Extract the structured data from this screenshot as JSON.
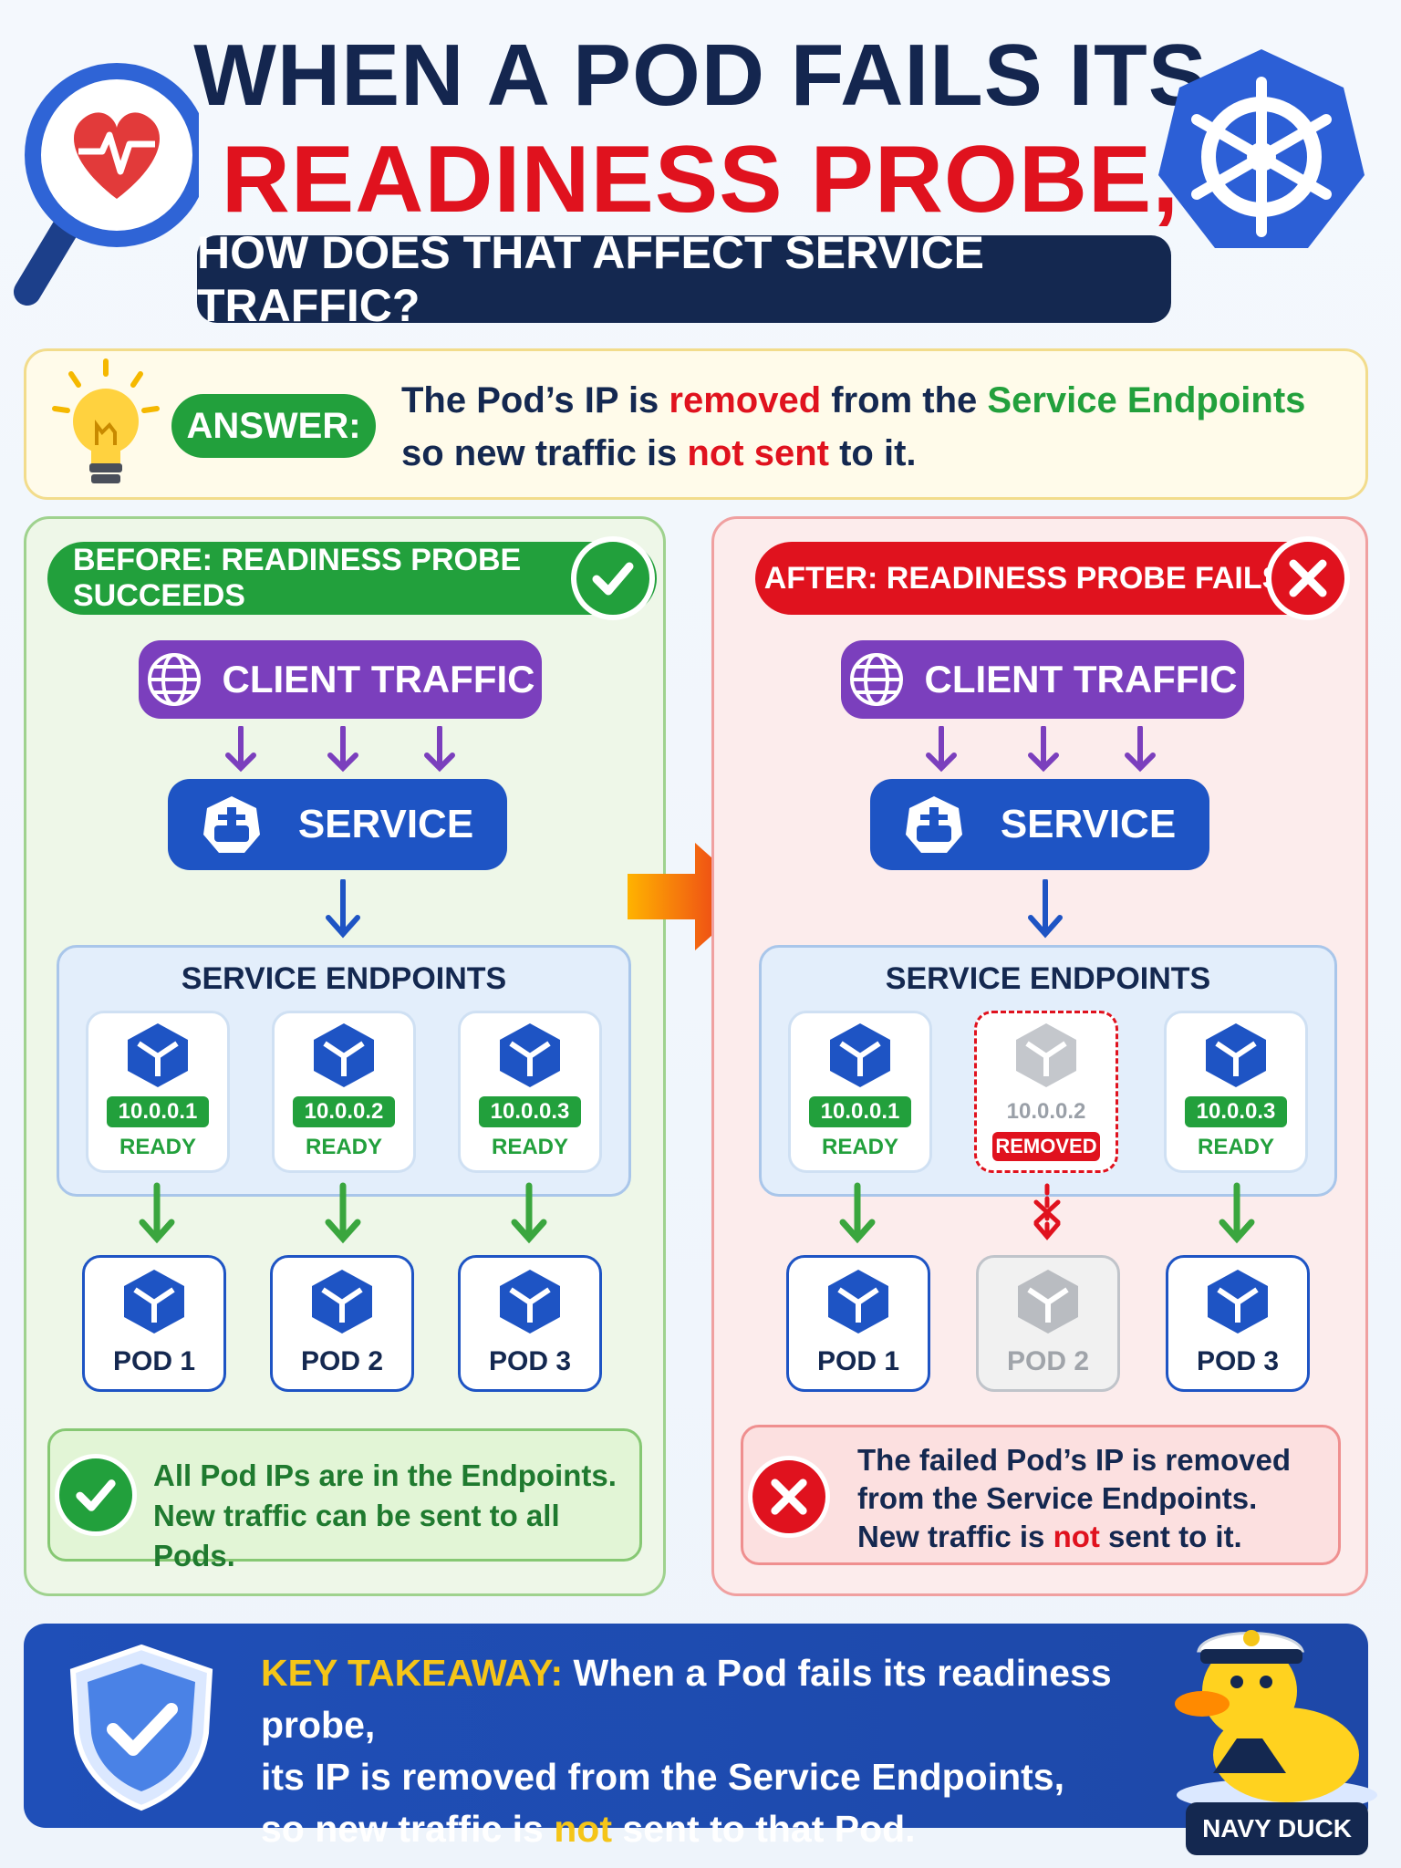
{
  "header": {
    "title_line1": "WHEN A POD FAILS ITS",
    "title_line2": "READINESS PROBE,",
    "subtitle": "HOW DOES THAT AFFECT SERVICE TRAFFIC?"
  },
  "answer": {
    "badge": "ANSWER:",
    "part1": "The Pod’s IP is ",
    "removed": "removed",
    "part2": " from the ",
    "service_endpoints": "Service Endpoints",
    "part3": "so new traffic is ",
    "not_sent": "not sent",
    "part4": " to it."
  },
  "before": {
    "header": "BEFORE: READINESS PROBE SUCCEEDS",
    "client": "CLIENT TRAFFIC",
    "service": "SERVICE",
    "endpoints_title": "SERVICE ENDPOINTS",
    "endpoints": [
      {
        "ip": "10.0.0.1",
        "status": "READY"
      },
      {
        "ip": "10.0.0.2",
        "status": "READY"
      },
      {
        "ip": "10.0.0.3",
        "status": "READY"
      }
    ],
    "pods": [
      "POD 1",
      "POD 2",
      "POD 3"
    ],
    "summary_line1": "All Pod IPs are in the Endpoints.",
    "summary_line2": "New traffic can be sent to all Pods."
  },
  "after": {
    "header": "AFTER: READINESS PROBE FAILS",
    "client": "CLIENT TRAFFIC",
    "service": "SERVICE",
    "endpoints_title": "SERVICE ENDPOINTS",
    "endpoints": [
      {
        "ip": "10.0.0.1",
        "status": "READY"
      },
      {
        "ip": "10.0.0.2",
        "status": "REMOVED"
      },
      {
        "ip": "10.0.0.3",
        "status": "READY"
      }
    ],
    "pods": [
      "POD 1",
      "POD 2",
      "POD 3"
    ],
    "summary_line1": "The failed Pod’s IP is removed",
    "summary_line2": "from the Service Endpoints.",
    "summary_line3a": "New traffic is ",
    "summary_not": "not",
    "summary_line3b": " sent to it."
  },
  "takeaway": {
    "label": "KEY TAKEAWAY:",
    "line1": " When a Pod fails its readiness probe,",
    "line2": "its IP is removed from the Service Endpoints,",
    "line3a": "so new traffic is ",
    "not": "not",
    "line3b": " sent to that Pod."
  },
  "mascot": {
    "label": "NAVY DUCK"
  },
  "colors": {
    "navy": "#142850",
    "red": "#e0121e",
    "green": "#22a03c",
    "purple": "#7b3fbd",
    "blue": "#1e54c4",
    "yellow": "#f5c518"
  },
  "icons": {
    "magnifier": "magnifier-heartbeat-icon",
    "helm": "kubernetes-helm-icon",
    "bulb": "lightbulb-icon",
    "globe": "globe-icon",
    "check": "check-icon",
    "cross": "x-icon",
    "cube": "pod-cube-icon",
    "shield": "shield-check-icon"
  }
}
